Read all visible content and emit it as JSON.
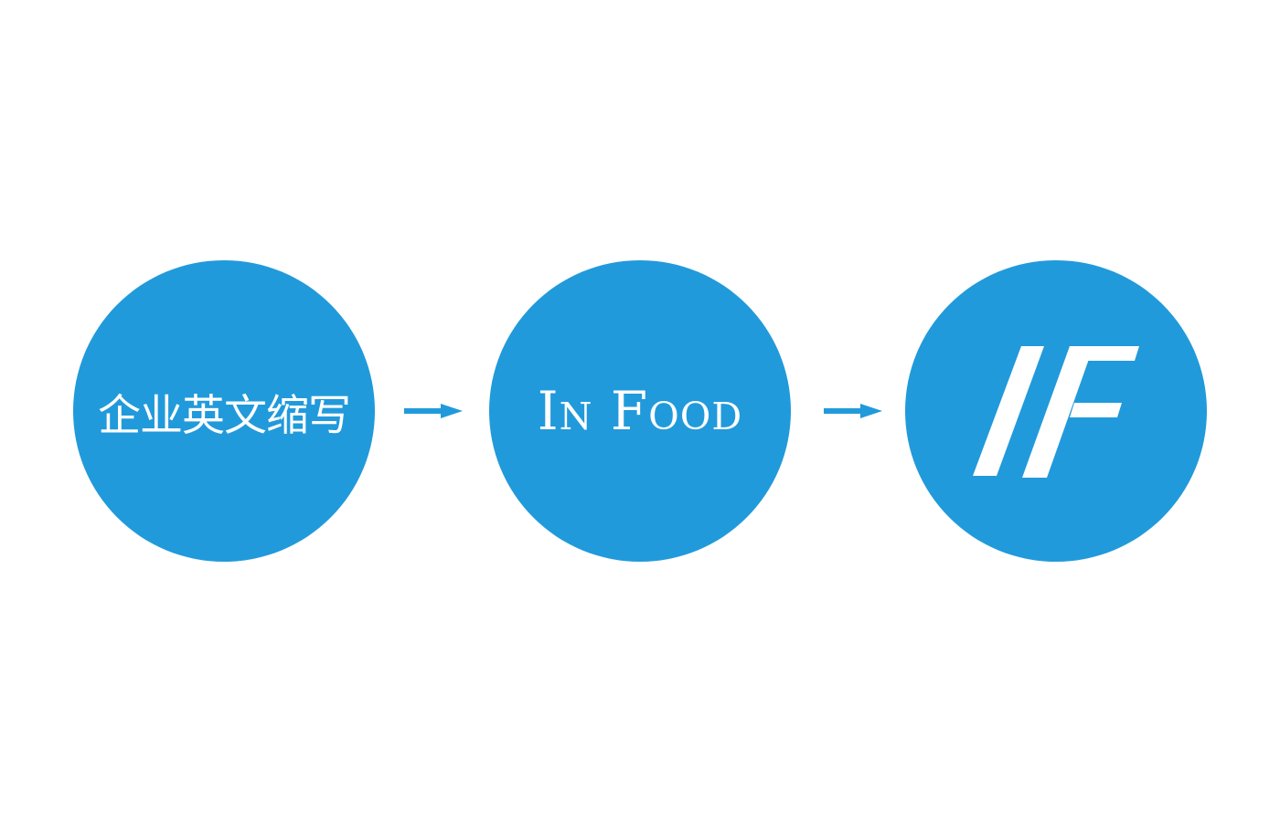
{
  "colors": {
    "circle_fill": "#219ADB",
    "text": "#FFFFFF",
    "background": "#FFFFFF"
  },
  "steps": [
    {
      "label": "企业英文缩写"
    },
    {
      "label": "In Food"
    },
    {
      "logo_text": "IF",
      "icon": "if-logo-icon"
    }
  ],
  "arrows": [
    {
      "icon": "right-arrow-icon"
    },
    {
      "icon": "right-arrow-icon"
    }
  ]
}
